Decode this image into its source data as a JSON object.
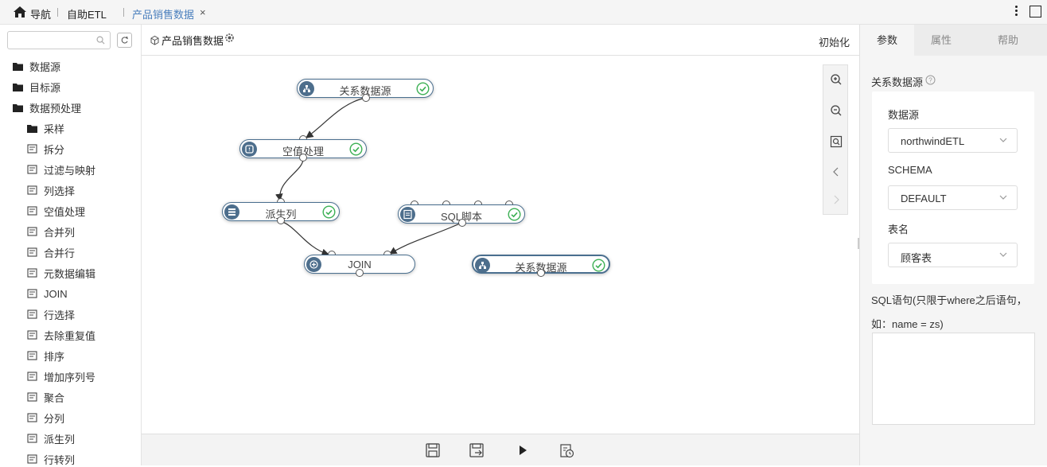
{
  "topbar": {
    "nav_label": "导航",
    "etl_label": "自助ETL",
    "tab_label": "产品销售数据",
    "close_glyph": "×"
  },
  "sidebar": {
    "search_placeholder": "",
    "items": [
      {
        "label": "数据源",
        "icon": "folder-icon"
      },
      {
        "label": "目标源",
        "icon": "folder-icon"
      },
      {
        "label": "数据预处理",
        "icon": "folder-open-icon"
      },
      {
        "label": "采样",
        "icon": "folder-icon"
      },
      {
        "label": "拆分",
        "icon": "split-icon"
      },
      {
        "label": "过滤与映射",
        "icon": "filter-map-icon"
      },
      {
        "label": "列选择",
        "icon": "column-select-icon"
      },
      {
        "label": "空值处理",
        "icon": "null-handle-icon"
      },
      {
        "label": "合并列",
        "icon": "merge-columns-icon"
      },
      {
        "label": "合并行",
        "icon": "merge-rows-icon"
      },
      {
        "label": "元数据编辑",
        "icon": "metadata-icon"
      },
      {
        "label": "JOIN",
        "icon": "join-icon"
      },
      {
        "label": "行选择",
        "icon": "row-select-icon"
      },
      {
        "label": "去除重复值",
        "icon": "dedupe-icon"
      },
      {
        "label": "排序",
        "icon": "sort-icon"
      },
      {
        "label": "增加序列号",
        "icon": "serial-number-icon"
      },
      {
        "label": "聚合",
        "icon": "aggregate-icon"
      },
      {
        "label": "分列",
        "icon": "split-column-icon"
      },
      {
        "label": "派生列",
        "icon": "derived-column-icon"
      },
      {
        "label": "行转列",
        "icon": "row-to-column-icon"
      }
    ]
  },
  "canvas": {
    "title": "产品销售数据",
    "init_label": "初始化",
    "nodes": [
      {
        "label": "关系数据源",
        "icon": "datasource-icon",
        "status": "success"
      },
      {
        "label": "空值处理",
        "icon": "null-handle-icon",
        "status": "success"
      },
      {
        "label": "派生列",
        "icon": "derived-column-icon",
        "status": "success"
      },
      {
        "label": "SQL脚本",
        "icon": "sql-script-icon",
        "status": "success"
      },
      {
        "label": "JOIN",
        "icon": "join-icon",
        "status": "none"
      },
      {
        "label": "关系数据源",
        "icon": "datasource-icon",
        "status": "success"
      }
    ]
  },
  "right_panel": {
    "tabs": [
      "参数",
      "属性",
      "帮助"
    ],
    "active_tab": "参数",
    "section_title": "关系数据源",
    "datasource_label": "数据源",
    "datasource_value": "northwindETL",
    "schema_label": "SCHEMA",
    "schema_value": "DEFAULT",
    "table_label": "表名",
    "table_value": "顾客表",
    "sql_label_line1": "SQL语句(只限于where之后语句，",
    "sql_label_line2": "如：name = zs)",
    "sql_value": ""
  },
  "colors": {
    "accent": "#4a7fbd",
    "node_border": "#4a6f8f",
    "success": "#3cb054"
  }
}
